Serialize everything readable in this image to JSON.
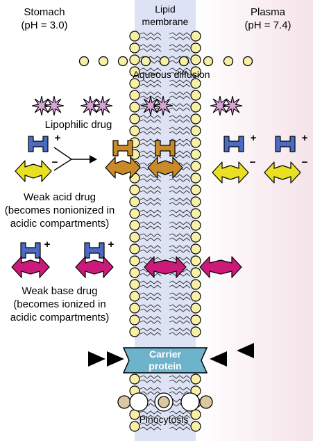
{
  "regions": {
    "stomach": {
      "name": "Stomach",
      "ph": "(pH = 3.0)"
    },
    "membrane": {
      "line1": "Lipid",
      "line2": "membrane"
    },
    "plasma": {
      "name": "Plasma",
      "ph": "(pH = 7.4)"
    }
  },
  "labels": {
    "aqueous_diffusion": "Aqueous diffusion",
    "lipophilic_drug": "Lipophilic drug",
    "weak_acid": {
      "line1": "Weak acid drug",
      "line2": "(becomes nonionized in",
      "line3": "acidic compartments)"
    },
    "weak_base": {
      "line1": "Weak base drug",
      "line2": "(becomes ionized in",
      "line3": "acidic compartments)"
    },
    "carrier": {
      "line1": "Carrier",
      "line2": "protein"
    },
    "pinocytosis": "Pinocytosis"
  },
  "charges": {
    "plus": "+",
    "minus": "−"
  },
  "colors": {
    "membrane_band": "#dde3f5",
    "plasma_gradient_end": "#f7e8ee",
    "head_group": "#f7f0a6",
    "aqueous_particle": "#f7f0a6",
    "lipophilic_star": "#d9a3d6",
    "cation_blue": "#4a6bc4",
    "anion_yellow": "#e8e020",
    "neutral_brown": "#c98a2a",
    "base_magenta": "#cc1a7a",
    "carrier_blue": "#6db3cc",
    "vesicle_tan": "#d9c8a0"
  },
  "icons": [
    "lipid-bilayer",
    "aqueous-particle",
    "lipophilic-star",
    "cation-h-shape",
    "anion-double-arrow",
    "reaction-arrow",
    "carrier-protein",
    "triangle-pointer",
    "pinocytosis-vesicle"
  ]
}
